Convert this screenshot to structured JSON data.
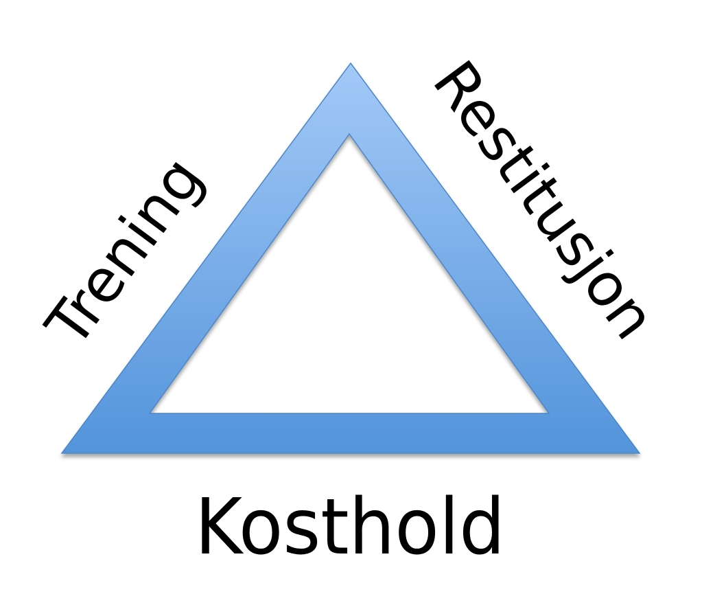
{
  "diagram": {
    "type": "triangle",
    "sides": {
      "left": {
        "label": "Trening"
      },
      "right": {
        "label": "Restitusjon"
      },
      "bottom": {
        "label": "Kosthold"
      }
    },
    "colors": {
      "fill_top": "#a3c9f7",
      "fill_bottom": "#5394db",
      "stroke": "#4a86c8",
      "text": "#000000",
      "background": "#ffffff"
    }
  }
}
